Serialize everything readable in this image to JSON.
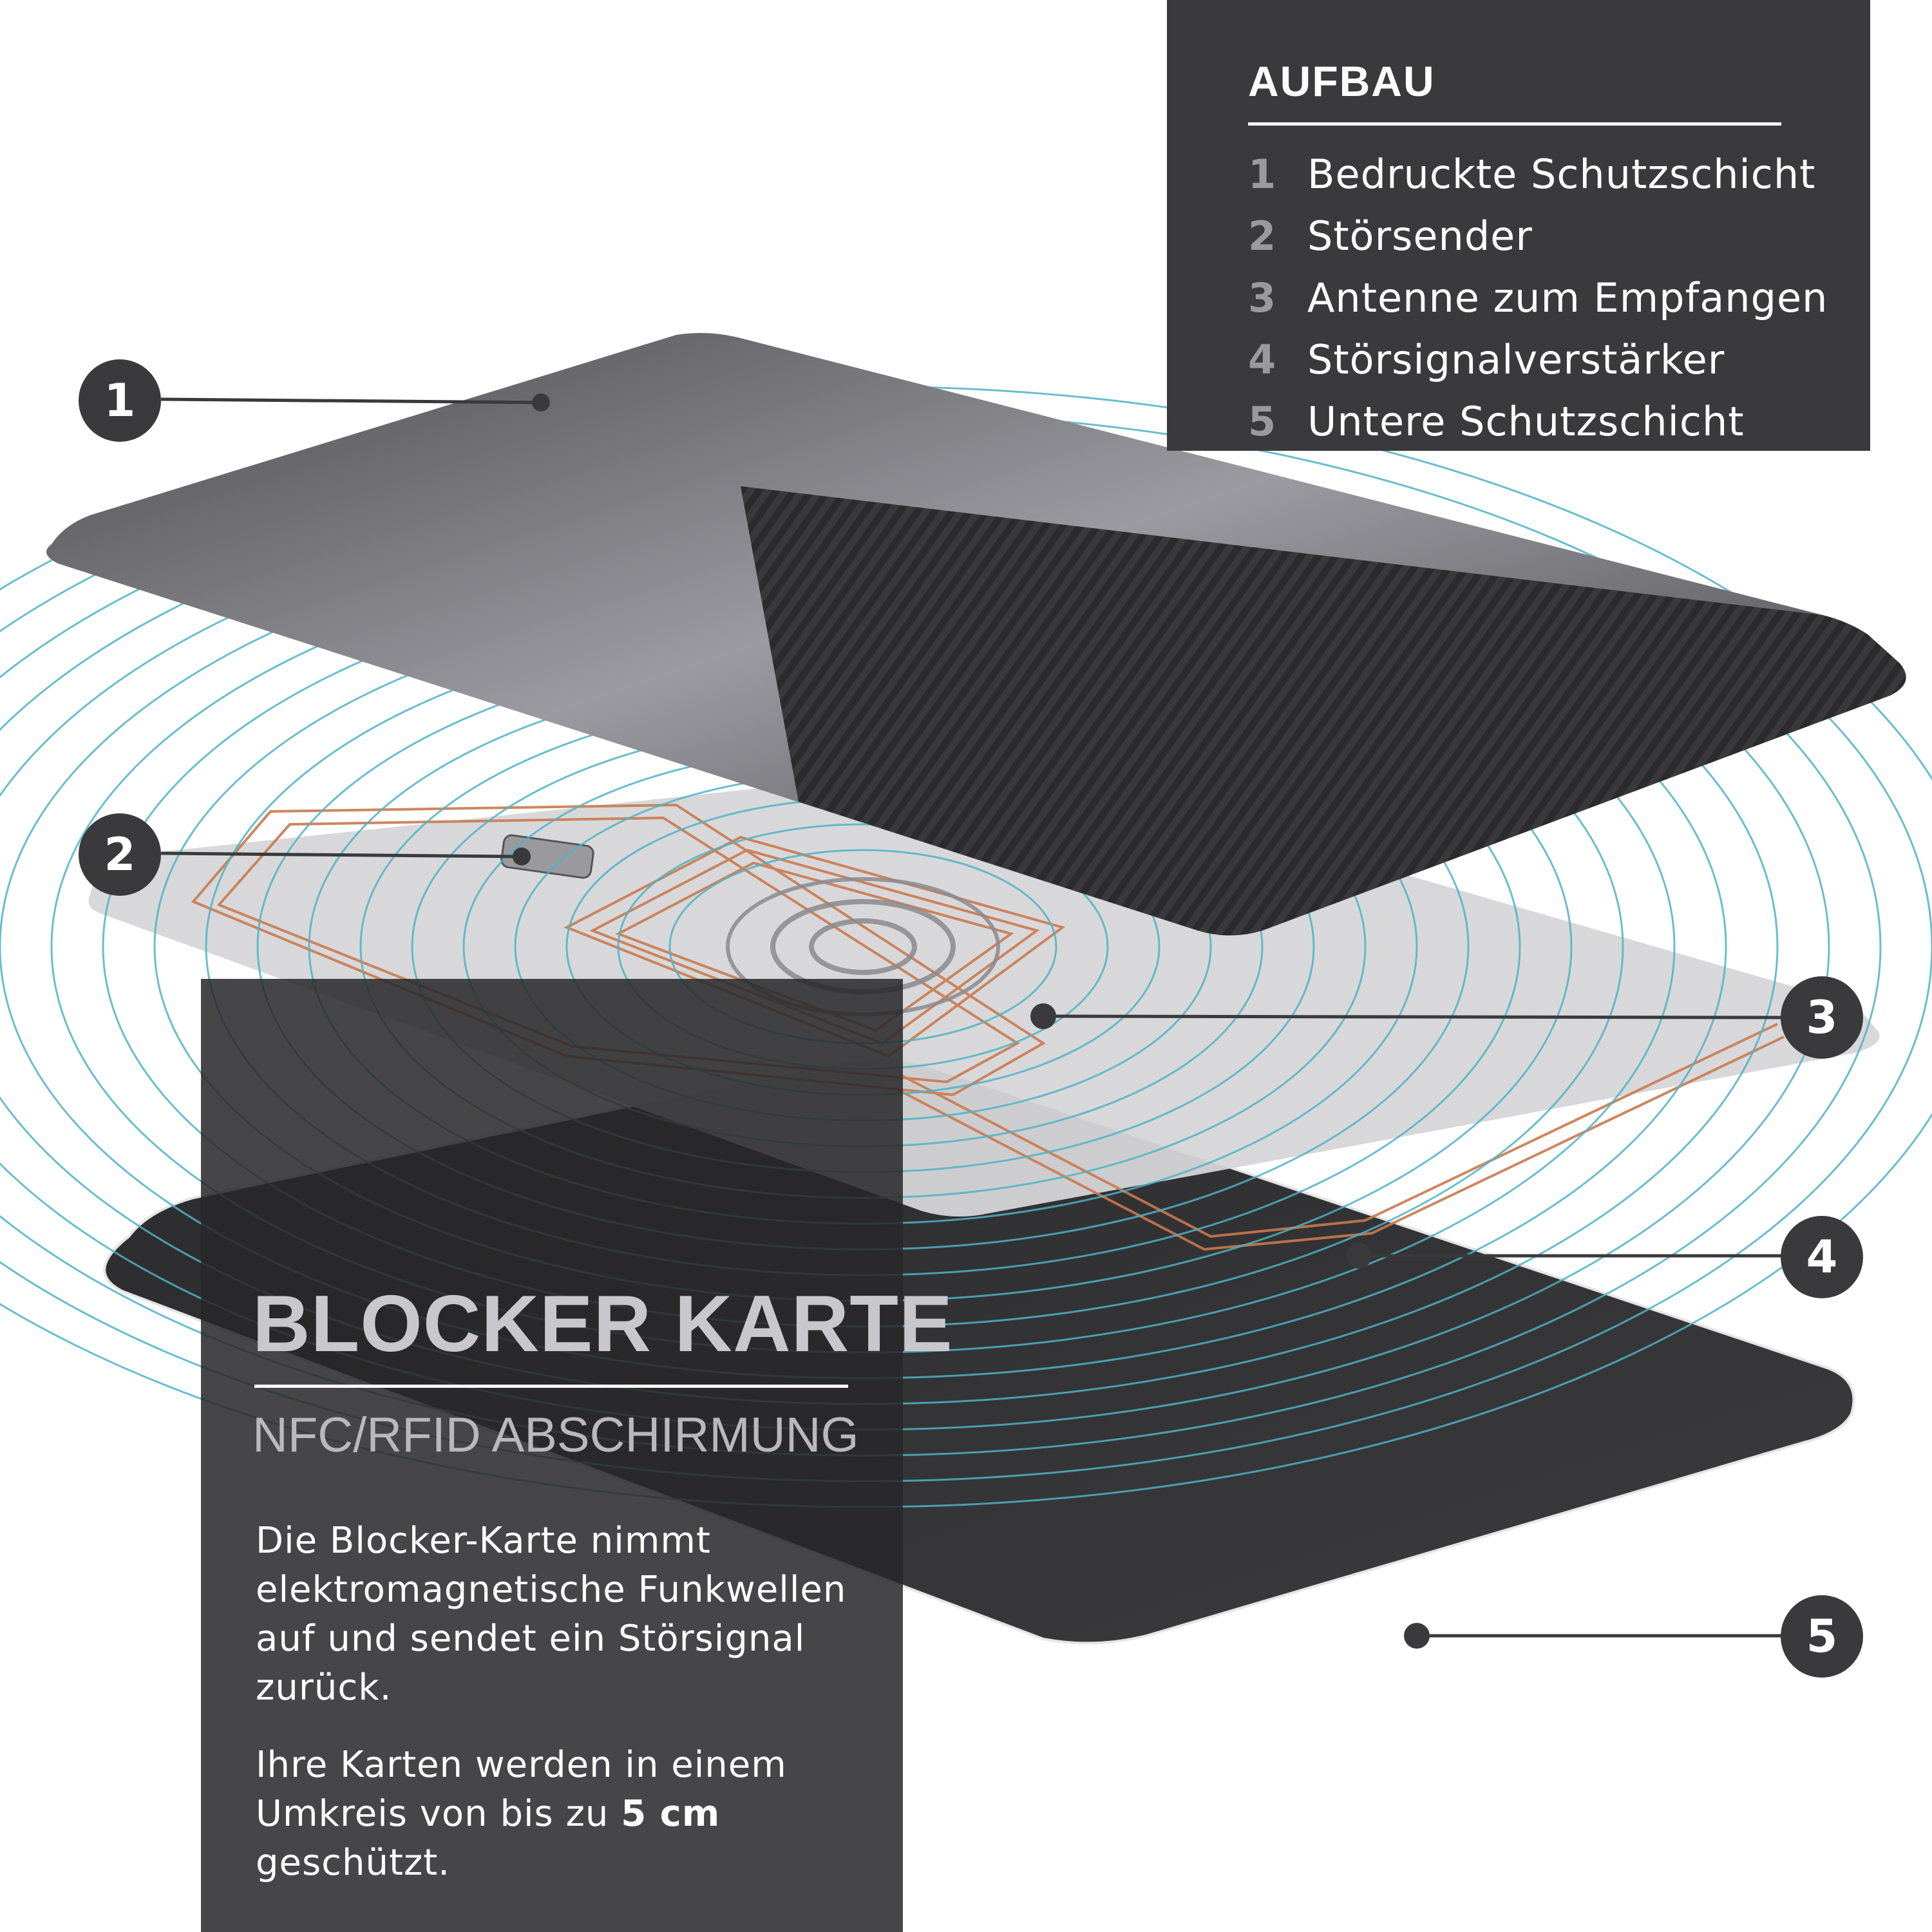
{
  "legend": {
    "title": "AUFBAU",
    "items": [
      {
        "number": "1",
        "label": "Bedruckte Schutzschicht"
      },
      {
        "number": "2",
        "label": "Störsender"
      },
      {
        "number": "3",
        "label": "Antenne zum Empfangen"
      },
      {
        "number": "4",
        "label": "Störsignalverstärker"
      },
      {
        "number": "5",
        "label": "Untere Schutzschicht"
      }
    ]
  },
  "info": {
    "headline": "BLOCKER KARTE",
    "subline": "NFC/RFID ABSCHIRMUNG",
    "paragraph1": "Die Blocker-Karte nimmt elektromagnetische Funkwellen auf und sendet ein Störsignal zurück.",
    "paragraph2_before": "Ihre Karten werden in einem Umkreis von bis zu ",
    "paragraph2_bold": "5 cm",
    "paragraph2_after": " geschützt."
  },
  "callouts": [
    "1",
    "2",
    "3",
    "4",
    "5"
  ],
  "colors": {
    "panel": "#3a3a3c",
    "wave": "#4fb3c6",
    "copper": "#c97a4e",
    "card_dark": "#2f2f31",
    "inlay": "#d9d9db"
  }
}
